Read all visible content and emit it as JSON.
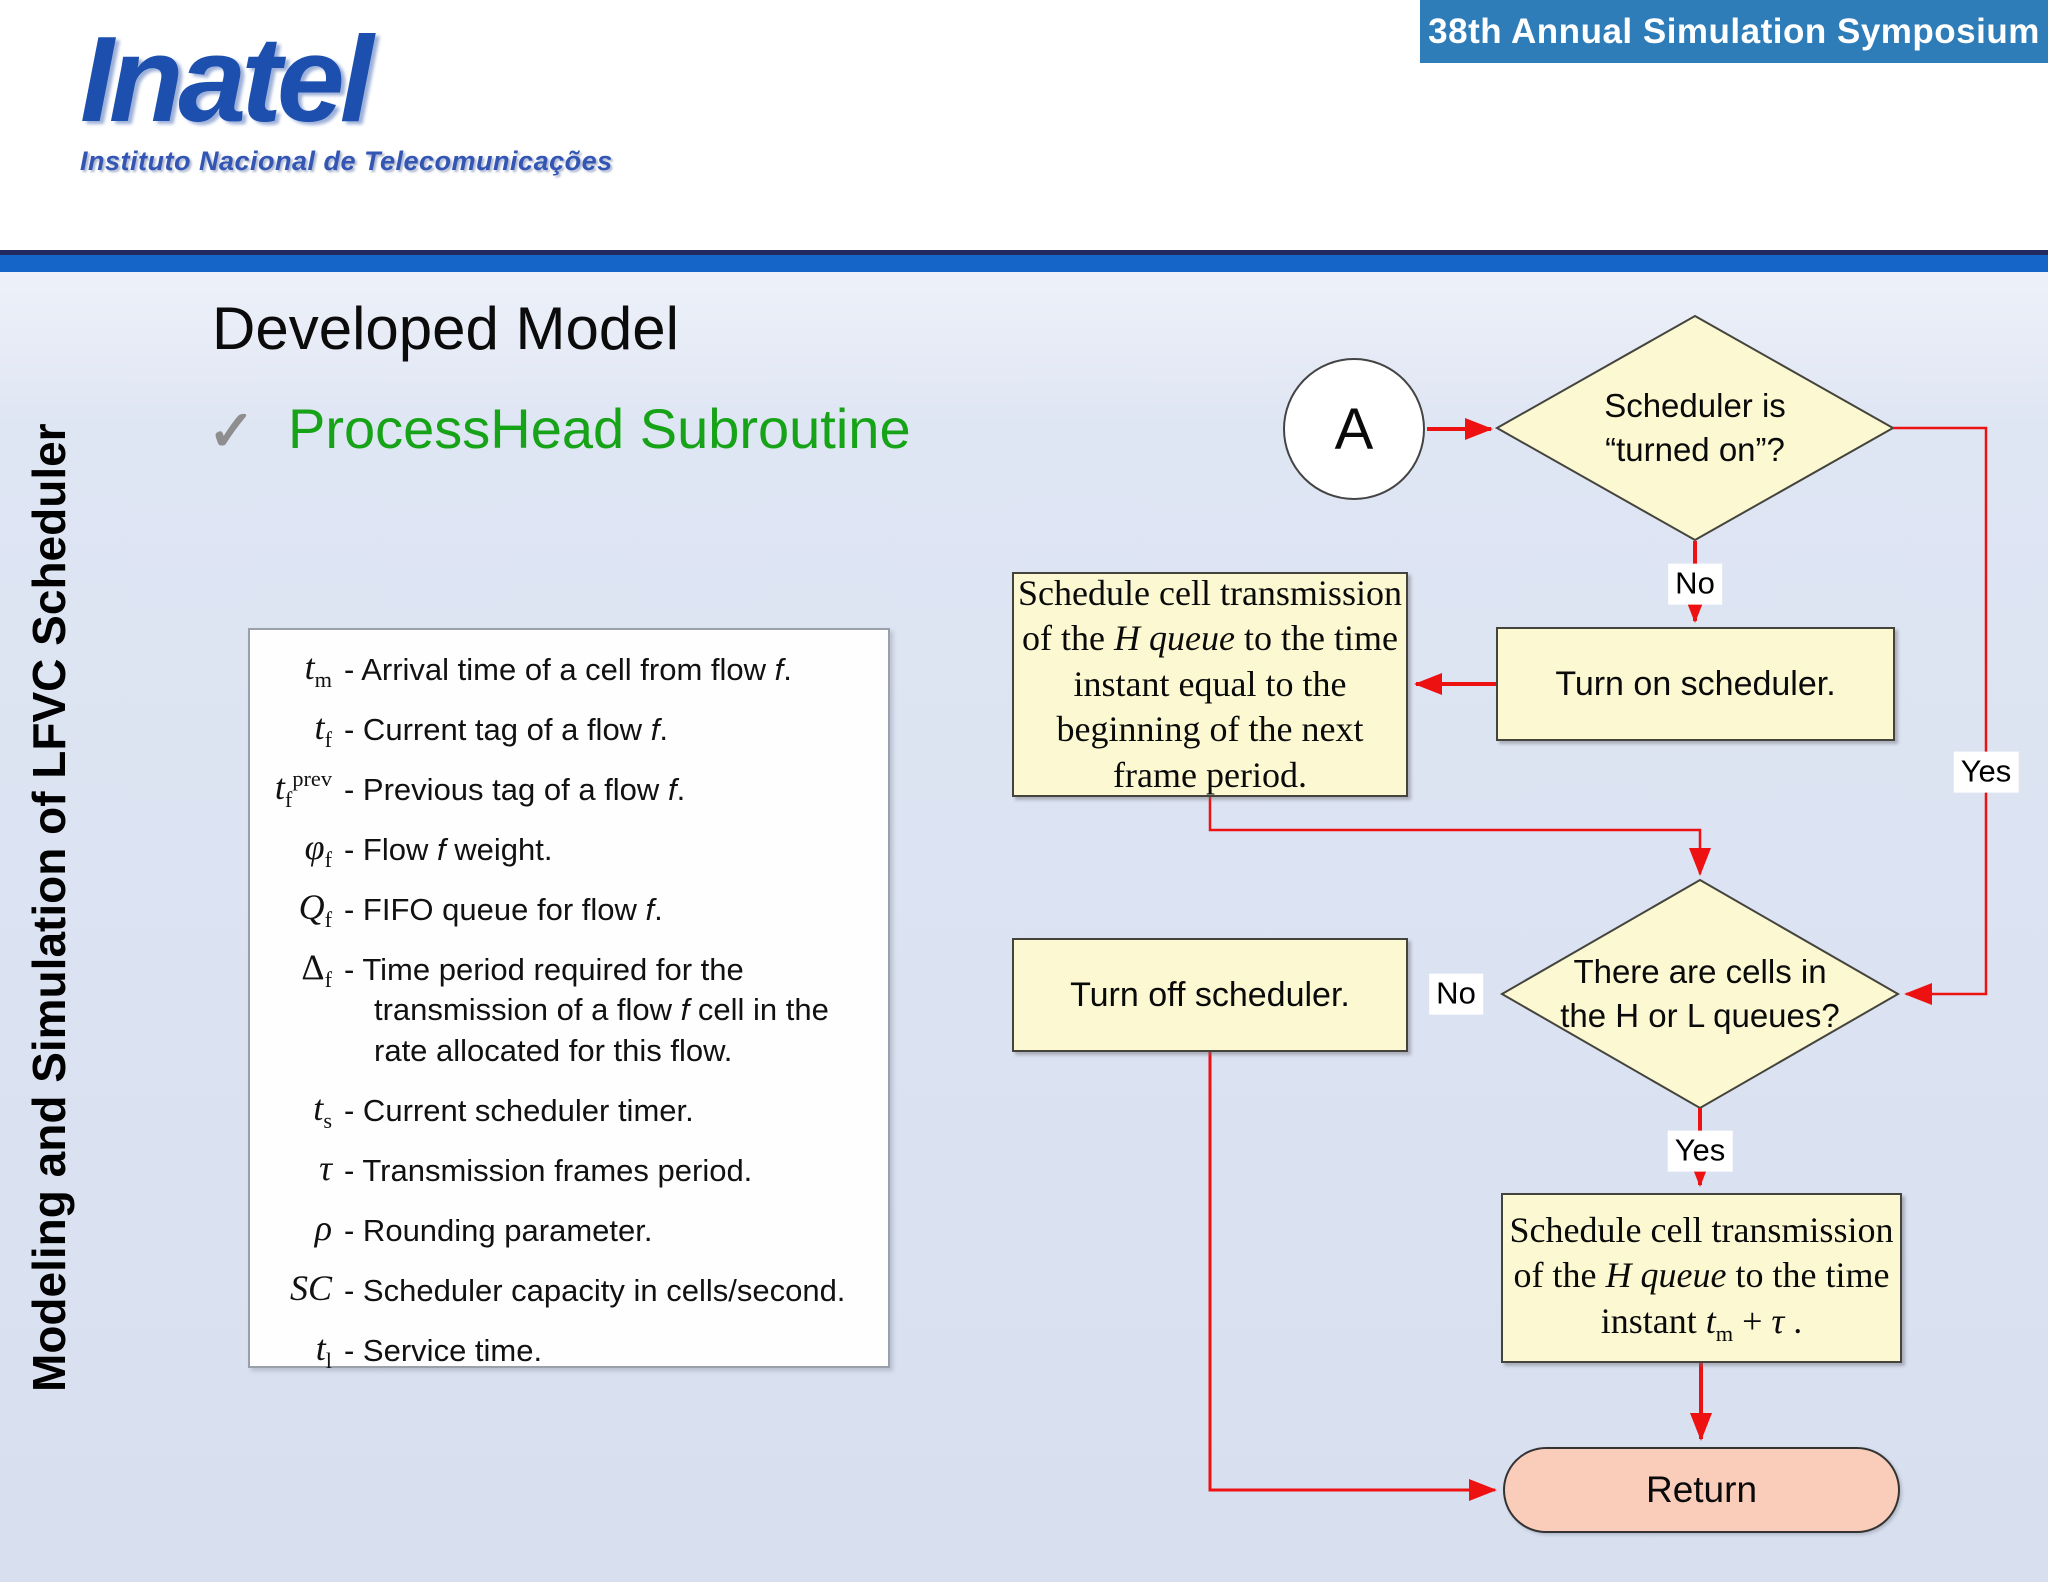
{
  "header": {
    "logo_title": "Inatel",
    "logo_subtitle": "Instituto Nacional de Telecomunicações",
    "banner": "38th Annual Simulation Symposium"
  },
  "sidebar": {
    "vertical_title": "Modeling and Simulation of LFVC Scheduler"
  },
  "slide": {
    "title": "Developed Model",
    "bullet_check": "✓",
    "bullet_label": "ProcessHead Subroutine"
  },
  "legend": {
    "items": [
      {
        "symbol": "*t*_m_",
        "desc": "- Arrival time of a cell from flow *f*."
      },
      {
        "symbol": "*t*_f_",
        "desc": "- Current tag of a flow *f*."
      },
      {
        "symbol": "*t*_f_^prev^",
        "desc": "- Previous tag of a flow *f*."
      },
      {
        "symbol": "*φ*_f_",
        "desc": "- Flow *f* weight."
      },
      {
        "symbol": "*Q*_f_",
        "desc": "- FIFO queue for flow *f*."
      },
      {
        "symbol": "Δ_f_",
        "desc": "- Time period required for the transmission of a flow *f* cell in the rate allocated for this flow."
      },
      {
        "symbol": "*t*_s_",
        "desc": "- Current scheduler timer."
      },
      {
        "symbol": "*τ*",
        "desc": "- Transmission frames period."
      },
      {
        "symbol": "*ρ*",
        "desc": "- Rounding parameter."
      },
      {
        "symbol": "*SC*",
        "desc": "- Scheduler capacity in cells/second."
      },
      {
        "symbol": "*t*_l_",
        "desc": "- Service time."
      }
    ]
  },
  "flowchart": {
    "connector_a_label": "A",
    "decision_scheduler_on": {
      "lines": [
        "Scheduler is",
        "“turned on”?"
      ]
    },
    "label_no_1": "No",
    "label_yes_1": "Yes",
    "process_turn_on": "Turn on scheduler.",
    "process_schedule_next_frame": {
      "lines": [
        "Schedule cell transmission",
        "of the *H queue* to the time",
        "instant equal to the",
        "beginning of the next",
        "frame period."
      ]
    },
    "decision_cells_in_queues": {
      "lines": [
        "There are cells in",
        "the H or L queues?"
      ]
    },
    "label_no_2": "No",
    "label_yes_2": "Yes",
    "process_turn_off": "Turn off scheduler.",
    "process_schedule_tm_tau": {
      "lines": [
        "Schedule cell transmission",
        "of the *H queue* to the time",
        "instant *t*_m_ + *τ* ."
      ]
    },
    "terminator_return": "Return"
  },
  "colors": {
    "accent_red": "#ee1111",
    "node_fill": "#fbf8d2",
    "return_fill": "#f9cdba",
    "banner_blue": "#2e7cb8",
    "bar_blue": "#1565c8",
    "bullet_green": "#17a317",
    "logo_blue": "#1c4fae"
  }
}
